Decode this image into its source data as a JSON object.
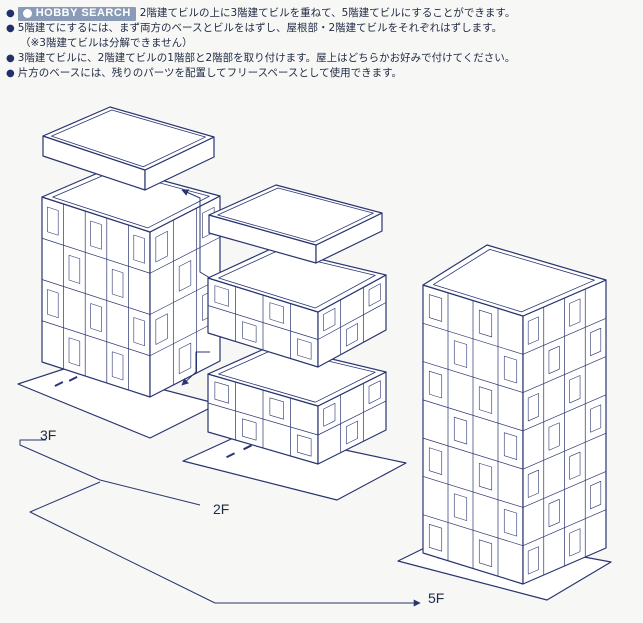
{
  "logo": {
    "text": "HOBBY SEARCH"
  },
  "instructions": [
    {
      "bullet": "●",
      "text": "2階建てビルの上に3階建てビルを重ねて、5階建てビルにすることができます。"
    },
    {
      "bullet": "●",
      "text": "5階建てにするには、まず両方のベースとビルをはずし、屋根部・2階建てビルをそれぞれはずします。"
    },
    {
      "bullet": "",
      "text": "（※3階建てビルは分解できません）"
    },
    {
      "bullet": "●",
      "text": "3階建てビルに、2階建てビルの1階部と2階部を取り付けます。屋上はどちらかお好みで付けてください。"
    },
    {
      "bullet": "●",
      "text": "片方のベースには、残りのパーツを配置してフリースペースとして使用できます。"
    }
  ],
  "floor_labels": {
    "three": "3F",
    "two": "2F",
    "five": "5F"
  },
  "colors": {
    "line": "#2a3570",
    "fill": "#ffffff",
    "bg": "#f7f7f5"
  }
}
